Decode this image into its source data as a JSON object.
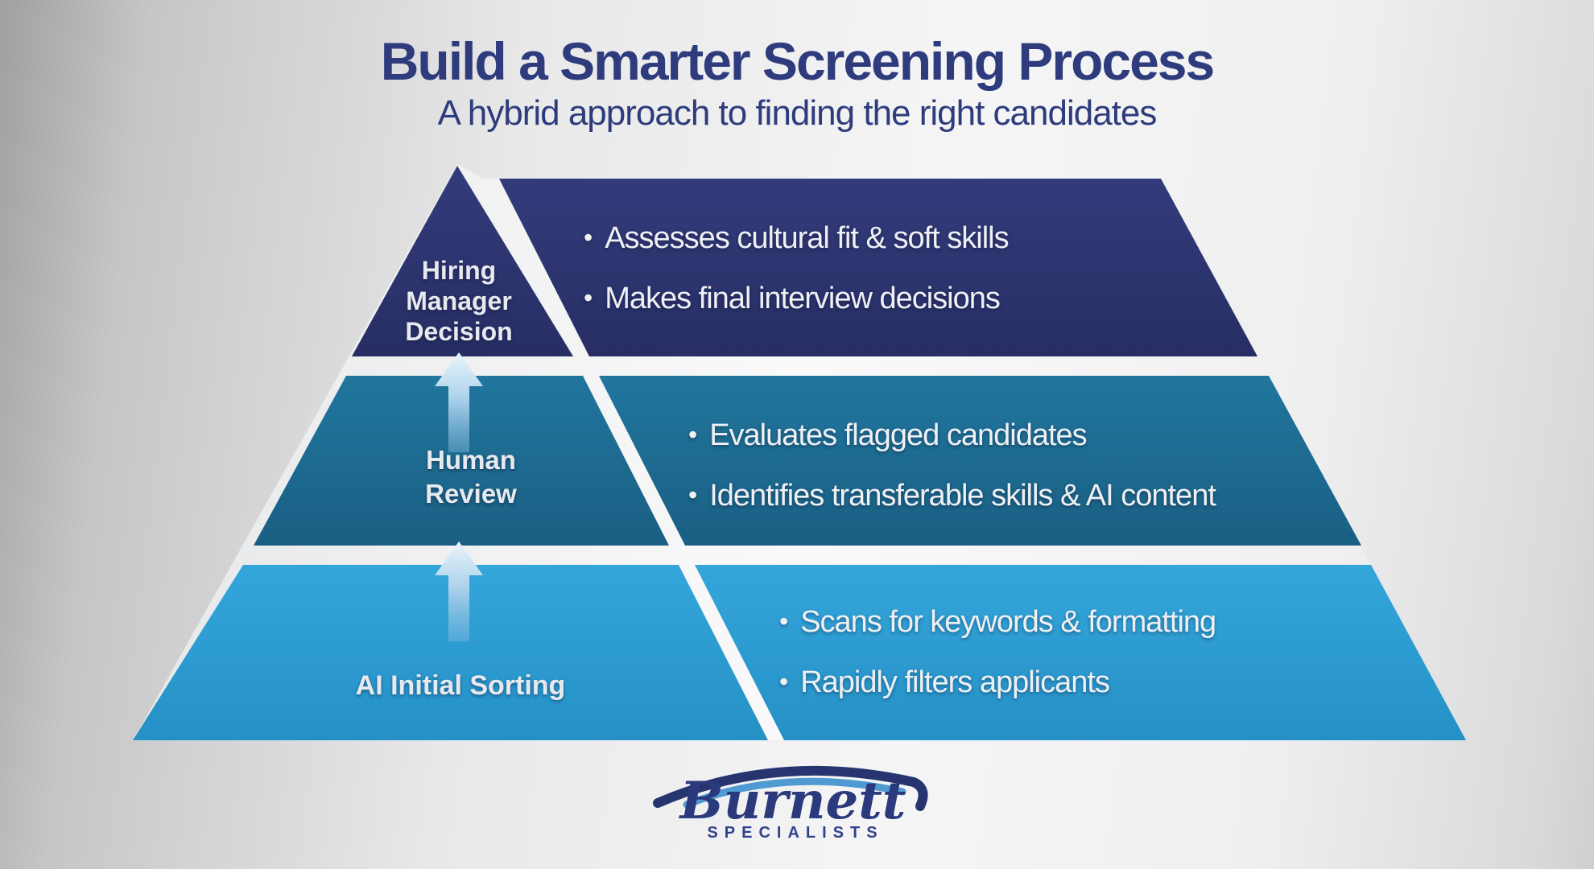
{
  "header": {
    "title": "Build a Smarter Screening Process",
    "subtitle": "A hybrid approach to finding the right candidates"
  },
  "pyramid": {
    "tiers": [
      {
        "label": "Hiring Manager Decision",
        "label_lines": [
          "Hiring",
          "Manager",
          "Decision"
        ],
        "color": "#2c3470",
        "bullets": [
          "Assesses cultural fit & soft skills",
          "Makes final interview decisions"
        ]
      },
      {
        "label": "Human Review",
        "label_lines": [
          "Human",
          "Review"
        ],
        "color": "#1d6e96",
        "bullets": [
          "Evaluates flagged candidates",
          "Identifies transferable skills & AI content"
        ]
      },
      {
        "label": "AI Initial Sorting",
        "label_lines": [
          "AI Initial Sorting"
        ],
        "color": "#2e9fd4",
        "bullets": [
          "Scans for keywords & formatting",
          "Rapidly filters applicants"
        ]
      }
    ],
    "arrow_color": "#a9d0e9",
    "separator_color": "#f2f2f3"
  },
  "logo": {
    "name": "Burnett",
    "tagline": "SPECIALISTS",
    "navy": "#2b3a7c",
    "swoosh_light_blue": "#4f9ad2"
  },
  "colors": {
    "title_navy": "#2e3b7c",
    "background_gray": "#e9e9ea",
    "text_on_tiers": "#eef0f4"
  }
}
